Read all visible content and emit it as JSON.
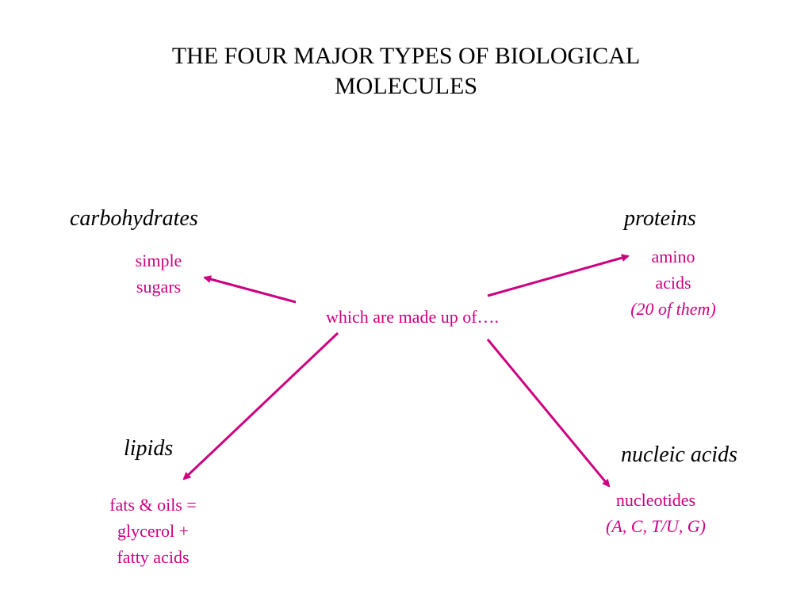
{
  "title": {
    "line1": "THE FOUR MAJOR TYPES OF BIOLOGICAL",
    "line2": "MOLECULES"
  },
  "center_label": "which are made up of….",
  "accent_color": "#cc0080",
  "categories": {
    "carbohydrates": {
      "name": "carbohydrates",
      "building_block": [
        "simple",
        "sugars"
      ]
    },
    "proteins": {
      "name": "proteins",
      "building_block": [
        "amino",
        "acids"
      ],
      "note": "(20 of them)"
    },
    "lipids": {
      "name": "lipids",
      "building_block": [
        "fats & oils =",
        "glycerol +",
        "fatty acids"
      ]
    },
    "nucleic_acids": {
      "name": "nucleic acids",
      "building_block": [
        "nucleotides"
      ],
      "note": "(A, C, T/U, G)"
    }
  }
}
